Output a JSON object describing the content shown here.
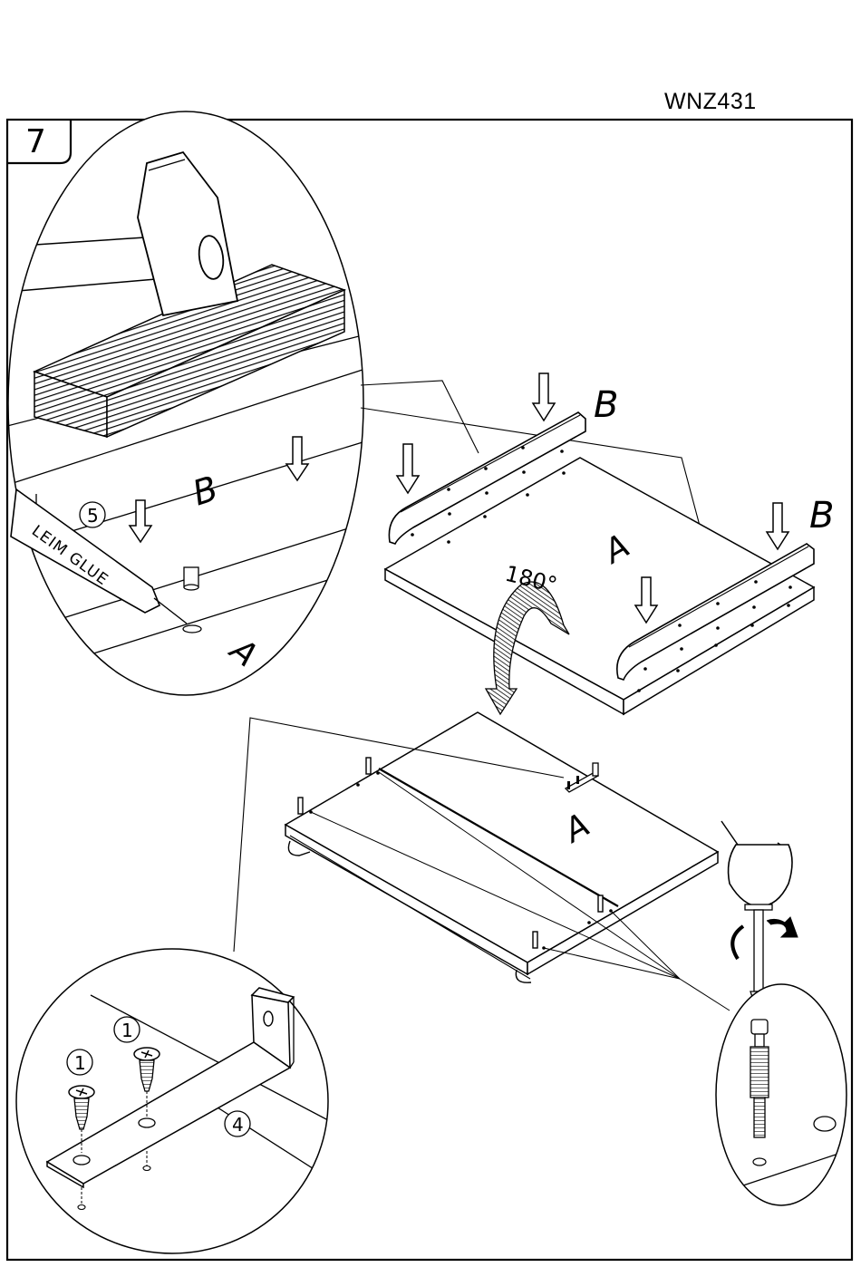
{
  "page_code": "WNZ431",
  "step_number": "7",
  "rotation_label": "180°",
  "glue_tube_label": "LEIM GLUE",
  "parts": {
    "panel": "A",
    "rail": "B"
  },
  "callouts": {
    "screw": "1",
    "bracket": "4",
    "glue": "5"
  },
  "colors": {
    "ink": "#000000",
    "paper": "#ffffff"
  },
  "icons": [
    "hammer-icon",
    "wooden-block-icon",
    "glue-tube-icon",
    "screwdriver-icon",
    "rotate-arrow-icon",
    "down-arrow-icon",
    "screw-icon",
    "bracket-icon",
    "cam-bolt-icon"
  ]
}
